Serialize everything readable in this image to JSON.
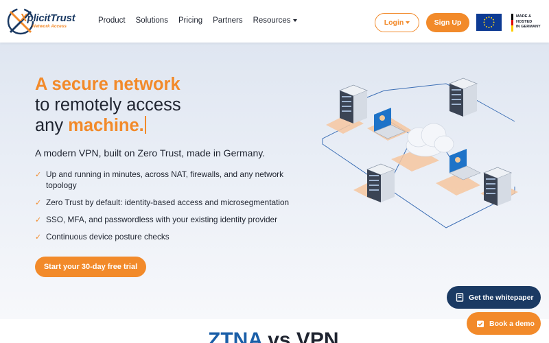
{
  "brand": {
    "name_prefix": "X",
    "name_rest": "plicitTrust",
    "tagline": "Network Access"
  },
  "nav": {
    "items": [
      {
        "label": "Product",
        "has_caret": false
      },
      {
        "label": "Solutions",
        "has_caret": false
      },
      {
        "label": "Pricing",
        "has_caret": false
      },
      {
        "label": "Partners",
        "has_caret": false
      },
      {
        "label": "Resources",
        "has_caret": true
      }
    ],
    "login_label": "Login",
    "signup_label": "Sign Up",
    "germany_badge": [
      "MADE &",
      "HOSTED",
      "IN GERMANY"
    ]
  },
  "hero": {
    "headline_line1": "A secure network",
    "headline_line2": "to remotely access",
    "headline_line3_plain": "any ",
    "headline_line3_highlight": "machine.",
    "subtitle": "A modern VPN, built on Zero Trust, made in Germany.",
    "features": [
      "Up and running in minutes, across NAT, firewalls, and any network topology",
      "Zero Trust by default: identity-based access and microsegmentation",
      "SSO, MFA, and passwordless with your existing identity provider",
      "Continuous device posture checks"
    ],
    "cta_label": "Start your 30-day free trial"
  },
  "floating": {
    "whitepaper_label": "Get the whitepaper",
    "demo_label": "Book a demo"
  },
  "section2": {
    "title_highlight": "ZTNA",
    "title_rest": " vs VPN"
  },
  "colors": {
    "accent": "#f28a2a",
    "navy": "#1b3a63",
    "hero_bg": "#e4eaf3"
  },
  "icons": [
    "eu-flag-icon",
    "germany-flag-icon",
    "check-icon",
    "document-icon",
    "calendar-check-icon",
    "cloud-icon",
    "server-icon",
    "laptop-icon"
  ]
}
